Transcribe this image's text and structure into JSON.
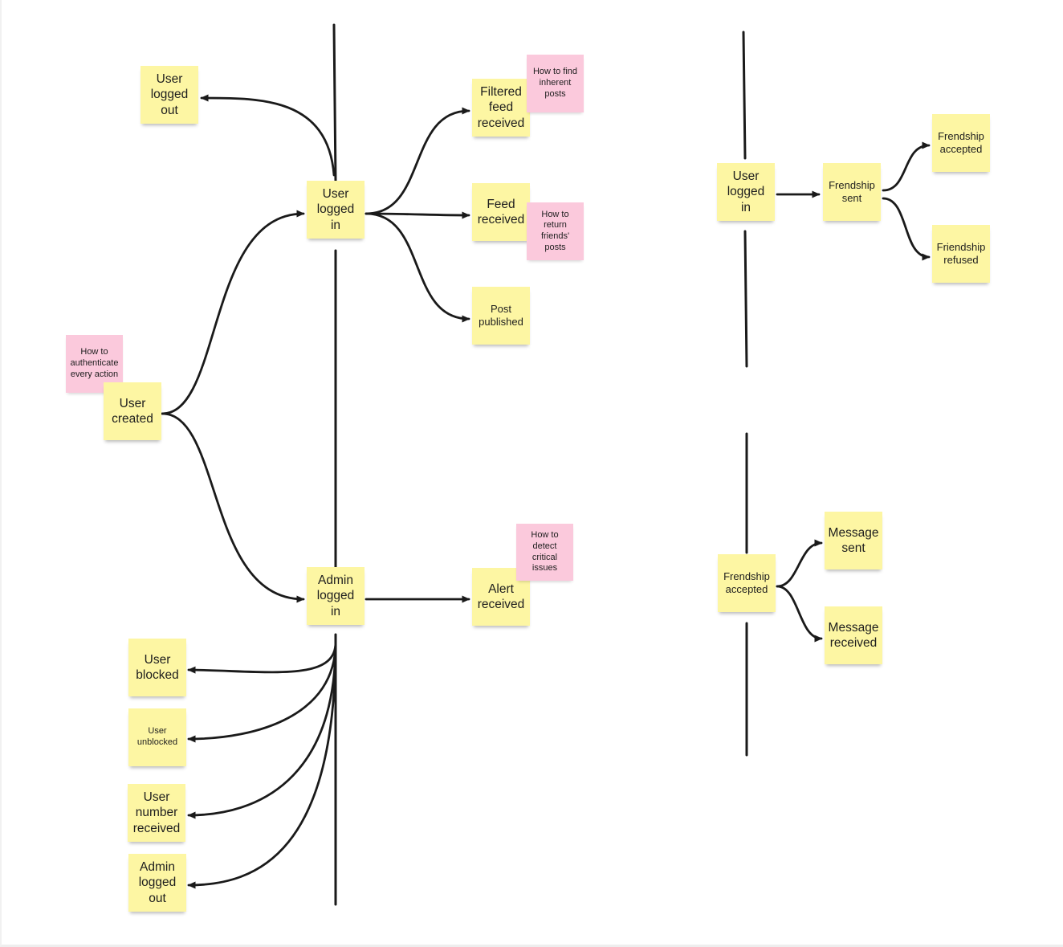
{
  "notes": {
    "user_logged_out": "User\nlogged\nout",
    "user_logged_in": "User\nlogged\nin",
    "filtered_feed_received": "Filtered\nfeed\nreceived",
    "how_find_inherent_posts": "How to find\ninherent\nposts",
    "feed_received": "Feed\nreceived",
    "how_return_friends_posts": "How to\nreturn\nfriends'\nposts",
    "post_published": "Post\npublished",
    "how_authenticate": "How to\nauthenticate\nevery action",
    "user_created": "User\ncreated",
    "admin_logged_in": "Admin\nlogged\nin",
    "alert_received": "Alert\nreceived",
    "how_detect_critical": "How to\ndetect\ncritical\nissues",
    "user_blocked": "User\nblocked",
    "user_unblocked": "User\nunblocked",
    "user_number_received": "User\nnumber\nreceived",
    "admin_logged_out": "Admin\nlogged\nout",
    "user_logged_in_2": "User\nlogged\nin",
    "frendship_sent": "Frendship\nsent",
    "frendship_accepted": "Frendship\naccepted",
    "friendship_refused": "Friendship\nrefused",
    "frendship_accepted_2": "Frendship\naccepted",
    "message_sent": "Message\nsent",
    "message_received": "Message\nreceived"
  },
  "colors": {
    "event_note": "#fdf6a3",
    "question_note": "#fbc9dc",
    "connector": "#1a1a1a"
  }
}
